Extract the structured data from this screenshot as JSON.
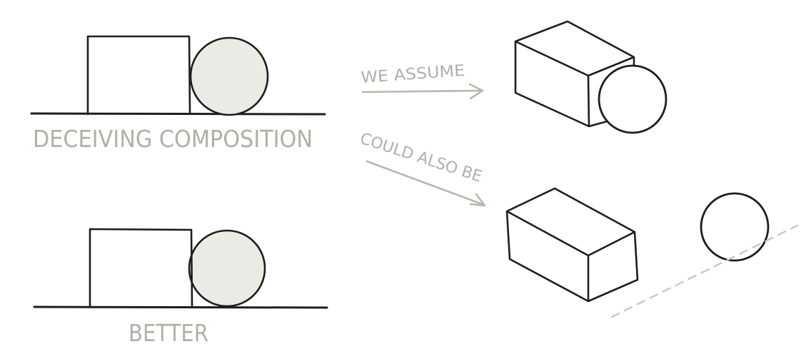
{
  "labels": {
    "deceiving": "DECEIVING COMPOSITION",
    "better": "BETTER",
    "we_assume": "WE ASSUME",
    "could_also_be": "COULD ALSO BE"
  },
  "colors": {
    "ink": "#1e1e1e",
    "annotation": "#b2afa7",
    "sphere_fill": "#ebeae5"
  }
}
